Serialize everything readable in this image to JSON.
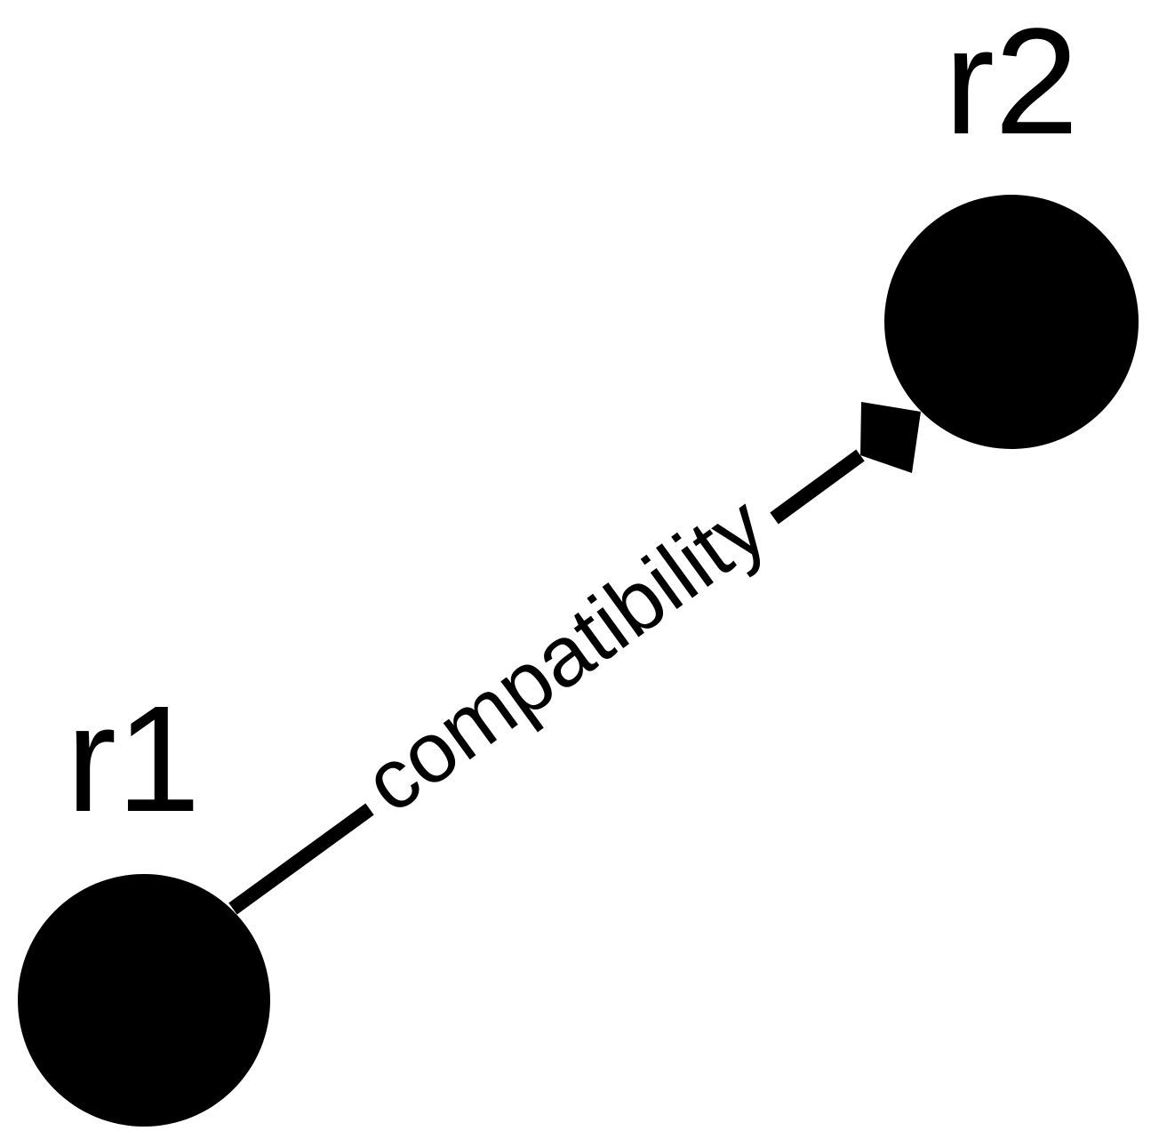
{
  "diagram": {
    "nodes": [
      {
        "id": "r1",
        "label": "r1"
      },
      {
        "id": "r2",
        "label": "r2"
      }
    ],
    "edges": [
      {
        "from": "r1",
        "to": "r2",
        "label": "compatibility",
        "arrowhead": "diamond"
      }
    ]
  },
  "colors": {
    "ink": "#000000",
    "background": "#ffffff"
  }
}
